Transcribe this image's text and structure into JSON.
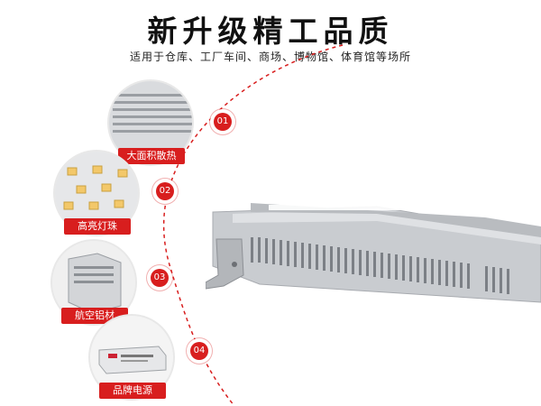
{
  "header": {
    "title": "新升级精工品质",
    "subtitle": "适用于仓库、工厂车间、商场、博物馆、体育馆等场所"
  },
  "features": [
    {
      "number": "01",
      "label": "大面积散热",
      "icon": "heat-sink-icon"
    },
    {
      "number": "02",
      "label": "高亮灯珠",
      "icon": "led-chip-icon"
    },
    {
      "number": "03",
      "label": "航空铝材",
      "icon": "aluminum-icon"
    },
    {
      "number": "04",
      "label": "品牌电源",
      "icon": "power-supply-icon"
    }
  ],
  "colors": {
    "accent": "#d81e1e",
    "product": "#c9ccd0"
  }
}
